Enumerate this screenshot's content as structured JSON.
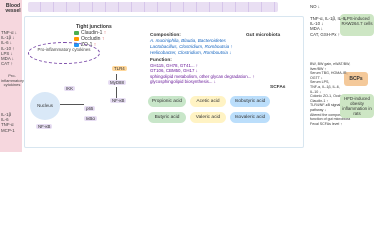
{
  "blood_vessel": {
    "title": "Blood vessel",
    "markers": [
      "TNF-α ↓",
      "IL-1β ↓",
      "IL-6 ↓",
      "IL-10 ↑",
      "LPS ↓",
      "MDA ↓",
      "CAT ↑"
    ],
    "side_label": "Pro-inflammatory cytokines",
    "bottom_markers": [
      "IL-1β",
      "IL-6",
      "TNF-α",
      "MCP-1"
    ]
  },
  "tight_junctions": {
    "title": "Tight junctions",
    "items": [
      {
        "label": "Claudin-1",
        "value": "↑",
        "color": "#4caf50"
      },
      {
        "label": "Occludin",
        "value": "↑",
        "color": "#ff9800"
      },
      {
        "label": "ZO-1",
        "value": "↑",
        "color": "#2196f3"
      }
    ]
  },
  "microbiota": {
    "composition_label": "Composition:",
    "gut_label": "Gut microbiota",
    "composition_lines": [
      "A. muciniphila, Blautia, Bacteroidetes",
      "Lactobacillus, Clostridium, Romboutsia ↑",
      "Helicobacter, Clostridium, Romboutsia ↓"
    ],
    "function_label": "Function:",
    "function_lines": [
      "GH115, GH78, GT41... ↑",
      "GT106, CBM50, GH17 ↓",
      "sphingolipid metabolism, other glycan degradation... ↑",
      "glycosphingolipid biosynthesis... ↓"
    ]
  },
  "inflammation": {
    "oval_label": "Pro-inflammatory cytokines",
    "nucleus_label": "Nucleus",
    "nodes": [
      "IKK",
      "NF-κB",
      "TLR4",
      "MyD88",
      "NF-κB",
      "p65",
      "IκBα"
    ]
  },
  "scfa": {
    "title": "SCFAs",
    "acids": [
      "Propionic acid",
      "Acetic acid",
      "Isobutyric acid",
      "Butyric acid",
      "Valeric acid",
      "Isovaleric acid"
    ]
  },
  "right_panel": {
    "top_marker": "NO ↓",
    "lps_box": "LPS-induced RAW264.7 cells",
    "markers_a": [
      "TNF-α, IL-1β, IL-6,",
      "IL-10 ↓",
      "MDA ↓",
      "CAT, GSH-Px ↑"
    ],
    "bcps_label": "BCPs",
    "markers_b": [
      "BW, BW gain, eWAT/BW,",
      "liver/BW ↑",
      "Serum TBG, HOMA-IR,",
      "OGTT ↓",
      "Serum LPS,",
      "TNF-α, IL-1β, IL-6,",
      "IL-10 ↓",
      "Colonic ZO-1, Occludin,",
      "Claudin-1 ↑",
      "TLR4/NF-κB signaling",
      "pathway ↓",
      "Altered the composition and",
      "function of gut microbiota",
      "Fecal SCFAs level ↑"
    ],
    "hfd_box": "HFD-induced obesity inflammation in rats"
  },
  "colors": {
    "vessel_bg": "#f6d7de",
    "up_color": "#d32f2f",
    "scfa_colors": [
      "#c8e6c9",
      "#fff3c4",
      "#bbdefb",
      "#c8e6c9",
      "#fff3c4",
      "#bbdefb"
    ]
  }
}
